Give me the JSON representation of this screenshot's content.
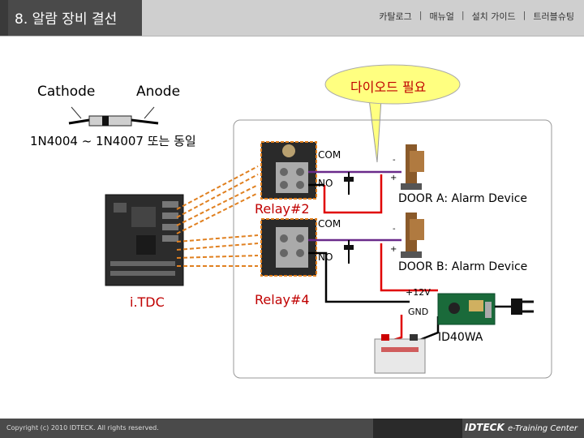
{
  "header": {
    "title": "8. 알람 장비 결선",
    "nav": [
      {
        "label": "카탈로그"
      },
      {
        "label": "매뉴얼"
      },
      {
        "label": "설치 가이드"
      },
      {
        "label": "트러블슈팅"
      }
    ],
    "separator": "|"
  },
  "diagram": {
    "cathode_label": "Cathode",
    "anode_label": "Anode",
    "diode_part_label": "1N4004 ~ 1N4007 또는 동일",
    "callout_text": "다이오드 필요",
    "relay2_label": "Relay#2",
    "relay4_label": "Relay#4",
    "com_label_1": "COM",
    "no_label_1": "NO",
    "com_label_2": "COM",
    "no_label_2": "NO",
    "minus_1": "-",
    "plus_1": "+",
    "minus_2": "-",
    "plus_2": "+",
    "door_a_label": "DOOR A: Alarm Device",
    "door_b_label": "DOOR B: Alarm Device",
    "itdc_label": "i.TDC",
    "v12_label": "+12V",
    "gnd_label": "GND",
    "psu_label": "ID40WA"
  },
  "colors": {
    "header_bg": "#cfcfcf",
    "title_bg": "#4a4a4a",
    "callout_fill": "#ffff80",
    "callout_text": "#c00000",
    "relay_label": "#c00000",
    "wire_red": "#e00000",
    "wire_black": "#000000",
    "wire_purple": "#6a2a8a",
    "orange_dash": "#e08020"
  },
  "footer": {
    "copyright": "Copyright (c) 2010 IDTECK. All rights reserved.",
    "brand": "IDTECK",
    "brand_sub": "e-Training Center"
  }
}
